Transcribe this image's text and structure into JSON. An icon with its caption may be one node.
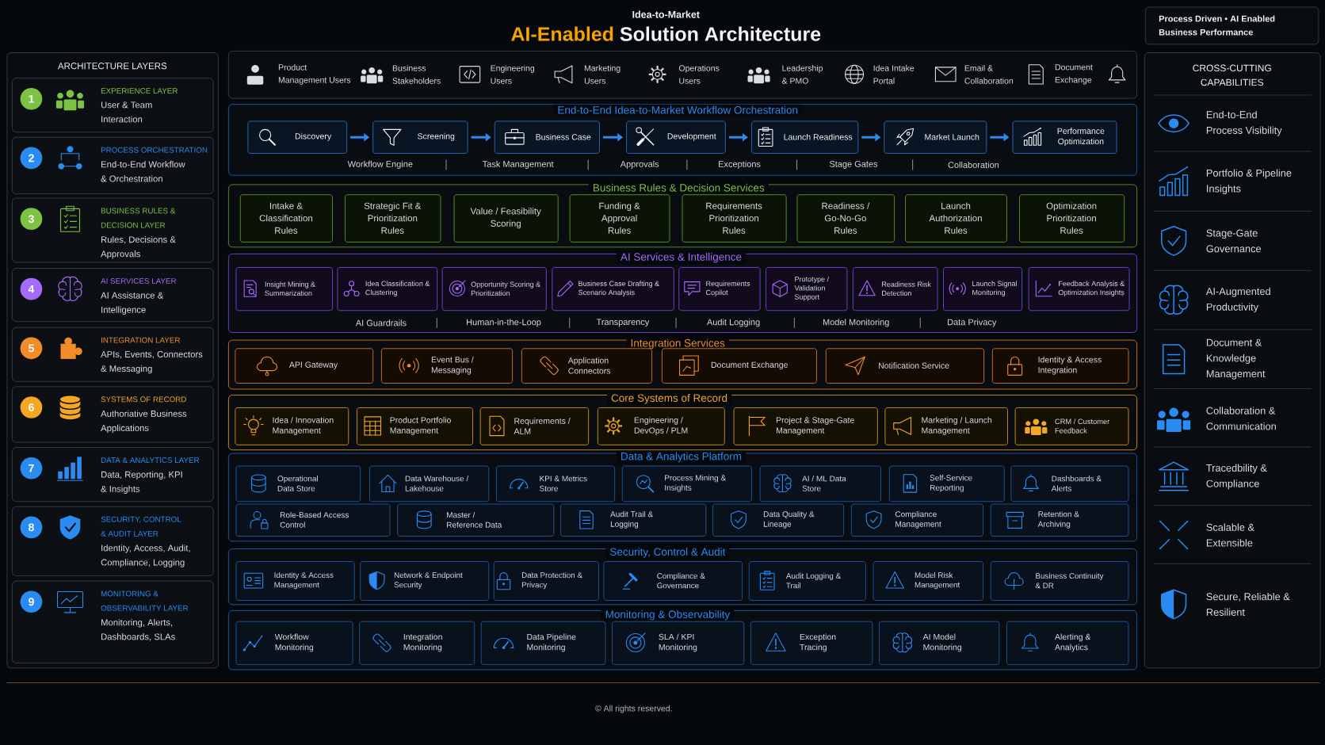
{
  "diagram": {
    "title": "AI-Enabled Solution Architecture",
    "nodes": [
      {
        "text": [
          "Process Driven • AI Enabled Business Performance"
        ]
      },
      {
        "text": [
          "ARCHITECTURE LAYERS"
        ]
      },
      {
        "text": [
          "EXPERIENCE LAYER",
          "User & Team Interaction"
        ],
        "in": 1
      },
      {
        "text": [
          "1"
        ],
        "in": 2
      },
      {
        "text": [
          "PROCESS ORCHESTRATION",
          "End-to-End Workflow & Orchestration"
        ],
        "in": 1
      },
      {
        "text": [
          "2"
        ],
        "in": 4
      },
      {
        "text": [
          "BUSINESS RULES & DECISION LAYER",
          "Rules, Decisions & Approvals"
        ],
        "in": 1
      },
      {
        "text": [
          "3"
        ],
        "in": 6
      },
      {
        "text": [
          "AI SERVICES LAYER",
          "AI Assistance & Intelligence"
        ],
        "in": 1
      },
      {
        "text": [
          "4"
        ],
        "in": 8
      },
      {
        "text": [
          "INTEGRATION LAYER",
          "APIs, Events, Connectors & Messaging"
        ],
        "in": 1
      },
      {
        "text": [
          "5"
        ],
        "in": 10
      },
      {
        "text": [
          "SYSTEMS OF RECORD",
          "Authoriative Business Applications"
        ],
        "in": 1
      },
      {
        "text": [
          "6"
        ],
        "in": 12
      },
      {
        "text": [
          "DATA & ANALYTICS LAYER",
          "Data, Reporting, KPI & Insights"
        ],
        "in": 1
      },
      {
        "text": [
          "7"
        ],
        "in": 14
      },
      {
        "text": [
          "SECURITY, CONTROL & AUDIT LAYER",
          "Identity, Access, Audit, Compliance, Logging"
        ],
        "in": 1
      },
      {
        "text": [
          "8"
        ],
        "in": 16
      },
      {
        "text": [
          "MONITORING & OBSERVABILITY LAYER",
          "Monitoring, Alerts, Dashboards, SLAs"
        ],
        "in": 1
      },
      {
        "text": [
          "9"
        ],
        "in": 18
      },
      {
        "text": [
          "Product Management Users",
          "Business Stakeholders",
          "Engineering Users",
          "Marketing Users",
          "Operations Users",
          "Leadership & PMO",
          "Idea Intake Portal",
          "Email & Collaboration",
          "Document Exchange"
        ]
      },
      {
        "text": [
          "End-to-End Idea-to-Market Workflow Orchestration",
          "Workflow Engine",
          "Task Management",
          "Approvals",
          "Exceptions",
          "Stage Gates",
          "Collaboration"
        ]
      },
      {
        "text": [
          "Discovery"
        ],
        "in": 21
      },
      {
        "text": [
          "Screening"
        ],
        "in": 21
      },
      {
        "text": [
          "Business Case"
        ],
        "in": 21
      },
      {
        "text": [
          "Development"
        ],
        "in": 21
      },
      {
        "text": [
          "Launch Readiness"
        ],
        "in": 21
      },
      {
        "text": [
          "Market Launch"
        ],
        "in": 21
      },
      {
        "text": [
          "Performance Optimization"
        ],
        "in": 21
      },
      {
        "text": [
          "Business Rules & Decision Services"
        ]
      },
      {
        "text": [
          "Intake & Classification Rules"
        ],
        "in": 29
      },
      {
        "text": [
          "Strategic Fit & Prioritization Rules"
        ],
        "in": 29
      },
      {
        "text": [
          "Value / Feasibility Scoring"
        ],
        "in": 29
      },
      {
        "text": [
          "Funding & Approval Rules"
        ],
        "in": 29
      },
      {
        "text": [
          "Requirements Prioritization Rules"
        ],
        "in": 29
      },
      {
        "text": [
          "Readiness / Go-No-Go Rules"
        ],
        "in": 29
      },
      {
        "text": [
          "Launch Authorization Rules"
        ],
        "in": 29
      },
      {
        "text": [
          "Optimization Prioritization Rules"
        ],
        "in": 29
      },
      {
        "text": [
          "AI Services & Intelligence",
          "AI Guardrails",
          "Human-in-the-Loop",
          "Transparency",
          "Audit Logging",
          "Model Monitoring",
          "Data Privacy"
        ]
      },
      {
        "text": [
          "Insight Mining & Summarization"
        ],
        "in": 38
      },
      {
        "text": [
          "Idea Classification & Clustering"
        ],
        "in": 38
      },
      {
        "text": [
          "Opportunity Scoring & Prioritization"
        ],
        "in": 38
      },
      {
        "text": [
          "Business Case Drafting & Scenario Analysis"
        ],
        "in": 38
      },
      {
        "text": [
          "Requirements Copilot"
        ],
        "in": 38
      },
      {
        "text": [
          "Prototype / Validation Support"
        ],
        "in": 38
      },
      {
        "text": [
          "Readiness Risk Detection"
        ],
        "in": 38
      },
      {
        "text": [
          "Launch Signal Monitoring"
        ],
        "in": 38
      },
      {
        "text": [
          "Feedback Analysis & Optimization Insights"
        ],
        "in": 38
      },
      {
        "text": [
          "Integration Services"
        ]
      },
      {
        "text": [
          "API Gateway"
        ],
        "in": 48
      },
      {
        "text": [
          "Event Bus / Messaging"
        ],
        "in": 48
      },
      {
        "text": [
          "Application Connectors"
        ],
        "in": 48
      },
      {
        "text": [
          "Document Exchange"
        ],
        "in": 48
      },
      {
        "text": [
          "Notification Service"
        ],
        "in": 48
      },
      {
        "text": [
          "Identity & Access Integration"
        ],
        "in": 48
      },
      {
        "text": [
          "Core Systems of Record"
        ]
      },
      {
        "text": [
          "Idea / Innovation Management"
        ],
        "in": 55
      },
      {
        "text": [
          "Product Portfolio Management"
        ],
        "in": 55
      },
      {
        "text": [
          "Requirements / ALM"
        ],
        "in": 55
      },
      {
        "text": [
          "Engineering / DevOps / PLM"
        ],
        "in": 55
      },
      {
        "text": [
          "Project & Stage-Gate Management"
        ],
        "in": 55
      },
      {
        "text": [
          "Marketing / Launch Management"
        ],
        "in": 55
      },
      {
        "text": [
          "CRM / Customer Feedback"
        ],
        "in": 55
      },
      {
        "text": [
          "Data & Analytics Platform"
        ]
      },
      {
        "text": [
          "Operational Data Store"
        ],
        "in": 63
      },
      {
        "text": [
          "Data Warehouse / Lakehouse"
        ],
        "in": 63
      },
      {
        "text": [
          "KPI & Metrics Store"
        ],
        "in": 63
      },
      {
        "text": [
          "Process Mining & Insights"
        ],
        "in": 63
      },
      {
        "text": [
          "AI / ML Data Store"
        ],
        "in": 63
      },
      {
        "text": [
          "Self-Service Reporting"
        ],
        "in": 63
      },
      {
        "text": [
          "Dashboards & Alerts"
        ],
        "in": 63
      },
      {
        "text": [
          "Role-Based Access Control"
        ],
        "in": 63
      },
      {
        "text": [
          "Master / Reference Data"
        ],
        "in": 63
      },
      {
        "text": [
          "Audit Trail & Logging"
        ],
        "in": 63
      },
      {
        "text": [
          "Data Quality & Lineage"
        ],
        "in": 63
      },
      {
        "text": [
          "Compliance Management"
        ],
        "in": 63
      },
      {
        "text": [
          "Retention & Archiving"
        ],
        "in": 63
      },
      {
        "text": [
          "Security, Control & Audit"
        ]
      },
      {
        "text": [
          "Identity & Access Management"
        ],
        "in": 77
      },
      {
        "text": [
          "Network & Endpoint Security"
        ],
        "in": 77
      },
      {
        "text": [
          "Data Protection & Privacy"
        ],
        "in": 77
      },
      {
        "text": [
          "Compliance & Governance"
        ],
        "in": 77
      },
      {
        "text": [
          "Audit Logging & Trail"
        ],
        "in": 77
      },
      {
        "text": [
          "Model Risk Management"
        ],
        "in": 77
      },
      {
        "text": [
          "Business Continuity & DR"
        ],
        "in": 77
      },
      {
        "text": [
          "Monitoring & Observability"
        ]
      },
      {
        "text": [
          "Workflow Monitoring"
        ],
        "in": 85
      },
      {
        "text": [
          "Integration Monitoring"
        ],
        "in": 85
      },
      {
        "text": [
          "Data Pipeline Monitoring"
        ],
        "in": 85
      },
      {
        "text": [
          "SLA / KPI Monitoring"
        ],
        "in": 85
      },
      {
        "text": [
          "Exception Tracing"
        ],
        "in": 85
      },
      {
        "text": [
          "AI Model Monitoring"
        ],
        "in": 85
      },
      {
        "text": [
          "Alerting & Analytics"
        ],
        "in": 85
      },
      {
        "text": [
          "CROSS-CUTTING CAPABILITIES",
          "End-to-End Process Visibility",
          "Portfolio & Pipeline Insights",
          "Stage-Gate Governance",
          "AI-Augmented Productivity",
          "Document & Knowledge Management",
          "Collaboration & Communication",
          "Tracedbility & Compliance",
          "Scalable & Extensible",
          "Secure, Reliable & Resilient"
        ]
      }
    ],
    "edges": [
      {
        "from": 22,
        "to": 23,
        "arrow": "to"
      },
      {
        "from": 23,
        "to": 24,
        "arrow": "to"
      },
      {
        "from": 24,
        "to": 25,
        "arrow": "to"
      },
      {
        "from": 25,
        "to": 26,
        "arrow": "to"
      },
      {
        "from": 26,
        "to": 27,
        "arrow": "to"
      },
      {
        "from": 27,
        "to": 28,
        "arrow": "to"
      }
    ],
    "labels": [
      "Idea-to-Market",
      "© All rights reserved."
    ]
  }
}
